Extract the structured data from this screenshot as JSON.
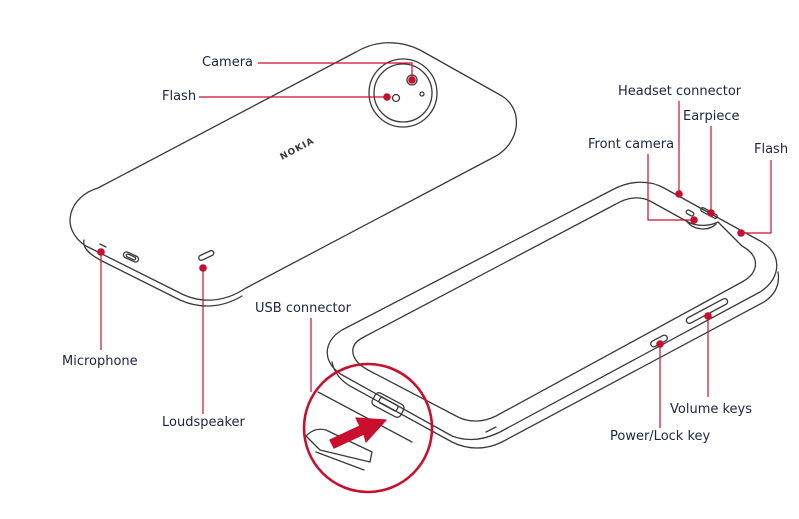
{
  "labels": {
    "camera": "Camera",
    "flash_back": "Flash",
    "microphone": "Microphone",
    "loudspeaker": "Loudspeaker",
    "usb_connector": "USB connector",
    "headset_connector": "Headset connector",
    "earpiece": "Earpiece",
    "front_camera": "Front camera",
    "flash_front": "Flash",
    "volume_keys": "Volume keys",
    "power_lock_key": "Power/Lock key"
  },
  "brand": {
    "logo_text": "NOKIA"
  },
  "colors": {
    "callout": "#c8102e",
    "outline": "#3a3a3a",
    "label_text": "#1c2541"
  }
}
